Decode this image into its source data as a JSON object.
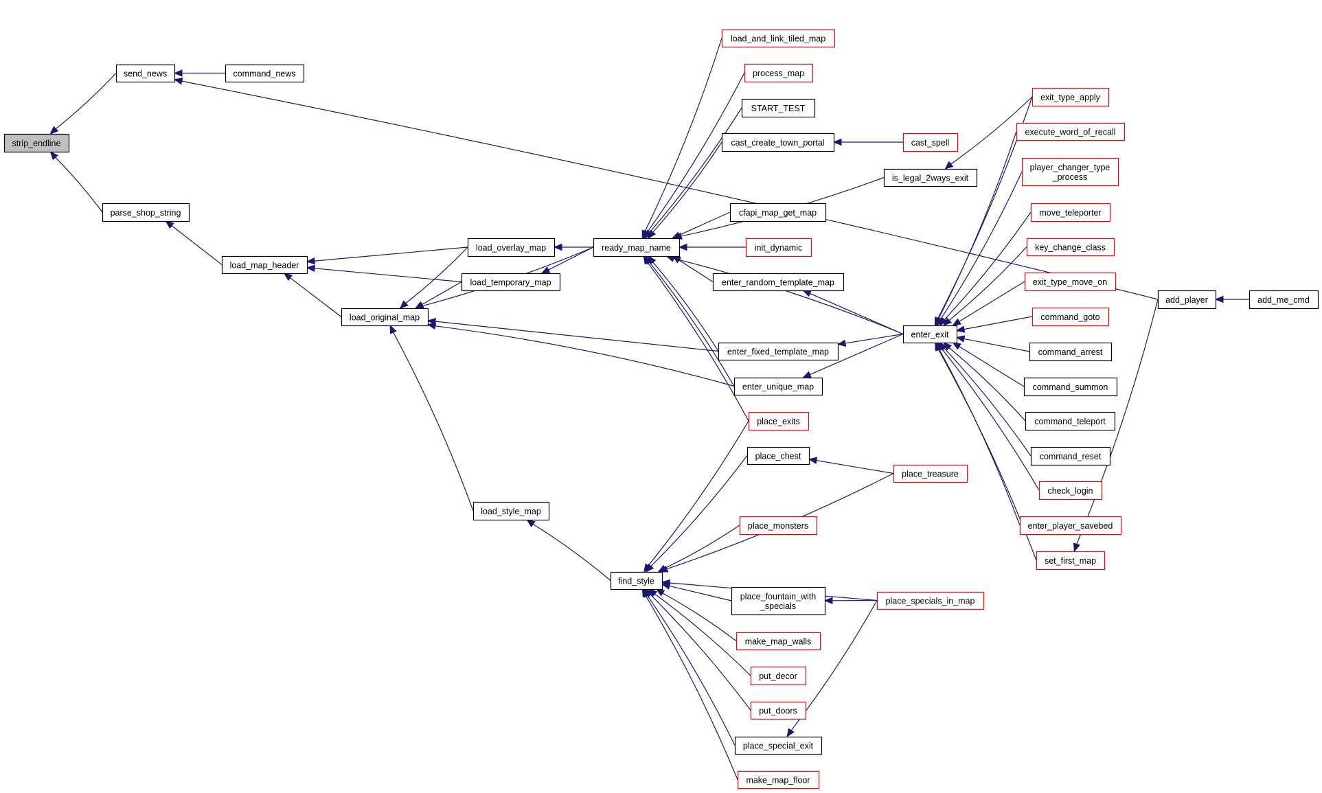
{
  "graph": {
    "title": "strip_endline caller graph",
    "colors": {
      "edge": "#191970",
      "internal_border": "#000000",
      "external_border": "#ff0000",
      "root_fill": "#bfbfbf"
    },
    "nodes": [
      {
        "id": "strip_endline",
        "label": [
          "strip_endline"
        ],
        "kind": "root"
      },
      {
        "id": "send_news",
        "label": [
          "send_news"
        ],
        "kind": "normal"
      },
      {
        "id": "command_news",
        "label": [
          "command_news"
        ],
        "kind": "normal"
      },
      {
        "id": "parse_shop_string",
        "label": [
          "parse_shop_string"
        ],
        "kind": "normal"
      },
      {
        "id": "load_map_header",
        "label": [
          "load_map_header"
        ],
        "kind": "normal"
      },
      {
        "id": "load_original_map",
        "label": [
          "load_original_map"
        ],
        "kind": "normal"
      },
      {
        "id": "load_overlay_map",
        "label": [
          "load_overlay_map"
        ],
        "kind": "normal"
      },
      {
        "id": "load_temporary_map",
        "label": [
          "load_temporary_map"
        ],
        "kind": "normal"
      },
      {
        "id": "ready_map_name",
        "label": [
          "ready_map_name"
        ],
        "kind": "normal"
      },
      {
        "id": "load_style_map",
        "label": [
          "load_style_map"
        ],
        "kind": "normal"
      },
      {
        "id": "find_style",
        "label": [
          "find_style"
        ],
        "kind": "normal"
      },
      {
        "id": "load_and_link_tiled_map",
        "label": [
          "load_and_link_tiled_map"
        ],
        "kind": "external"
      },
      {
        "id": "process_map",
        "label": [
          "process_map"
        ],
        "kind": "external"
      },
      {
        "id": "START_TEST",
        "label": [
          "START_TEST"
        ],
        "kind": "normal"
      },
      {
        "id": "cast_create_town_portal",
        "label": [
          "cast_create_town_portal"
        ],
        "kind": "normal"
      },
      {
        "id": "cast_spell",
        "label": [
          "cast_spell"
        ],
        "kind": "external"
      },
      {
        "id": "is_legal_2ways_exit",
        "label": [
          "is_legal_2ways_exit"
        ],
        "kind": "normal"
      },
      {
        "id": "cfapi_map_get_map",
        "label": [
          "cfapi_map_get_map"
        ],
        "kind": "normal"
      },
      {
        "id": "init_dynamic",
        "label": [
          "init_dynamic"
        ],
        "kind": "external"
      },
      {
        "id": "enter_random_template_map",
        "label": [
          "enter_random_template_map"
        ],
        "kind": "normal"
      },
      {
        "id": "enter_fixed_template_map",
        "label": [
          "enter_fixed_template_map"
        ],
        "kind": "normal"
      },
      {
        "id": "enter_unique_map",
        "label": [
          "enter_unique_map"
        ],
        "kind": "normal"
      },
      {
        "id": "place_exits",
        "label": [
          "place_exits"
        ],
        "kind": "external"
      },
      {
        "id": "enter_exit",
        "label": [
          "enter_exit"
        ],
        "kind": "normal"
      },
      {
        "id": "place_chest",
        "label": [
          "place_chest"
        ],
        "kind": "normal"
      },
      {
        "id": "place_treasure",
        "label": [
          "place_treasure"
        ],
        "kind": "external"
      },
      {
        "id": "place_monsters",
        "label": [
          "place_monsters"
        ],
        "kind": "external"
      },
      {
        "id": "place_fountain_with_specials",
        "label": [
          "place_fountain_with",
          "_specials"
        ],
        "kind": "normal"
      },
      {
        "id": "place_specials_in_map",
        "label": [
          "place_specials_in_map"
        ],
        "kind": "external"
      },
      {
        "id": "make_map_walls",
        "label": [
          "make_map_walls"
        ],
        "kind": "external"
      },
      {
        "id": "put_decor",
        "label": [
          "put_decor"
        ],
        "kind": "external"
      },
      {
        "id": "put_doors",
        "label": [
          "put_doors"
        ],
        "kind": "external"
      },
      {
        "id": "place_special_exit",
        "label": [
          "place_special_exit"
        ],
        "kind": "normal"
      },
      {
        "id": "make_map_floor",
        "label": [
          "make_map_floor"
        ],
        "kind": "external"
      },
      {
        "id": "exit_type_apply",
        "label": [
          "exit_type_apply"
        ],
        "kind": "external"
      },
      {
        "id": "execute_word_of_recall",
        "label": [
          "execute_word_of_recall"
        ],
        "kind": "external"
      },
      {
        "id": "player_changer_type_process",
        "label": [
          "player_changer_type",
          "_process"
        ],
        "kind": "external"
      },
      {
        "id": "move_teleporter",
        "label": [
          "move_teleporter"
        ],
        "kind": "external"
      },
      {
        "id": "key_change_class",
        "label": [
          "key_change_class"
        ],
        "kind": "external"
      },
      {
        "id": "exit_type_move_on",
        "label": [
          "exit_type_move_on"
        ],
        "kind": "external"
      },
      {
        "id": "command_goto",
        "label": [
          "command_goto"
        ],
        "kind": "external"
      },
      {
        "id": "command_arrest",
        "label": [
          "command_arrest"
        ],
        "kind": "normal"
      },
      {
        "id": "command_summon",
        "label": [
          "command_summon"
        ],
        "kind": "normal"
      },
      {
        "id": "command_teleport",
        "label": [
          "command_teleport"
        ],
        "kind": "normal"
      },
      {
        "id": "command_reset",
        "label": [
          "command_reset"
        ],
        "kind": "normal"
      },
      {
        "id": "check_login",
        "label": [
          "check_login"
        ],
        "kind": "external"
      },
      {
        "id": "enter_player_savebed",
        "label": [
          "enter_player_savebed"
        ],
        "kind": "external"
      },
      {
        "id": "set_first_map",
        "label": [
          "set_first_map"
        ],
        "kind": "external"
      },
      {
        "id": "add_player",
        "label": [
          "add_player"
        ],
        "kind": "normal"
      },
      {
        "id": "add_me_cmd",
        "label": [
          "add_me_cmd"
        ],
        "kind": "normal"
      }
    ],
    "edges": [
      [
        "send_news",
        "strip_endline"
      ],
      [
        "parse_shop_string",
        "strip_endline"
      ],
      [
        "command_news",
        "send_news"
      ],
      [
        "add_player",
        "send_news"
      ],
      [
        "load_map_header",
        "parse_shop_string"
      ],
      [
        "load_overlay_map",
        "load_map_header"
      ],
      [
        "load_temporary_map",
        "load_map_header"
      ],
      [
        "load_original_map",
        "load_map_header"
      ],
      [
        "load_overlay_map",
        "load_original_map"
      ],
      [
        "load_temporary_map",
        "load_original_map"
      ],
      [
        "ready_map_name",
        "load_original_map"
      ],
      [
        "enter_fixed_template_map",
        "load_original_map"
      ],
      [
        "enter_unique_map",
        "load_original_map"
      ],
      [
        "load_style_map",
        "load_original_map"
      ],
      [
        "ready_map_name",
        "load_overlay_map"
      ],
      [
        "ready_map_name",
        "load_temporary_map"
      ],
      [
        "load_and_link_tiled_map",
        "ready_map_name"
      ],
      [
        "process_map",
        "ready_map_name"
      ],
      [
        "START_TEST",
        "ready_map_name"
      ],
      [
        "cast_create_town_portal",
        "ready_map_name"
      ],
      [
        "is_legal_2ways_exit",
        "ready_map_name"
      ],
      [
        "cfapi_map_get_map",
        "ready_map_name"
      ],
      [
        "init_dynamic",
        "ready_map_name"
      ],
      [
        "enter_random_template_map",
        "ready_map_name"
      ],
      [
        "enter_exit",
        "ready_map_name"
      ],
      [
        "enter_fixed_template_map",
        "ready_map_name"
      ],
      [
        "enter_unique_map",
        "ready_map_name"
      ],
      [
        "place_exits",
        "ready_map_name"
      ],
      [
        "cast_spell",
        "cast_create_town_portal"
      ],
      [
        "exit_type_apply",
        "is_legal_2ways_exit"
      ],
      [
        "enter_exit",
        "enter_random_template_map"
      ],
      [
        "enter_exit",
        "enter_fixed_template_map"
      ],
      [
        "enter_exit",
        "enter_unique_map"
      ],
      [
        "exit_type_apply",
        "enter_exit"
      ],
      [
        "execute_word_of_recall",
        "enter_exit"
      ],
      [
        "player_changer_type_process",
        "enter_exit"
      ],
      [
        "move_teleporter",
        "enter_exit"
      ],
      [
        "key_change_class",
        "enter_exit"
      ],
      [
        "exit_type_move_on",
        "enter_exit"
      ],
      [
        "command_goto",
        "enter_exit"
      ],
      [
        "command_arrest",
        "enter_exit"
      ],
      [
        "command_summon",
        "enter_exit"
      ],
      [
        "command_teleport",
        "enter_exit"
      ],
      [
        "command_reset",
        "enter_exit"
      ],
      [
        "check_login",
        "enter_exit"
      ],
      [
        "enter_player_savebed",
        "enter_exit"
      ],
      [
        "set_first_map",
        "enter_exit"
      ],
      [
        "add_player",
        "set_first_map"
      ],
      [
        "add_me_cmd",
        "add_player"
      ],
      [
        "find_style",
        "load_style_map"
      ],
      [
        "place_exits",
        "find_style"
      ],
      [
        "place_chest",
        "find_style"
      ],
      [
        "place_treasure",
        "find_style"
      ],
      [
        "place_monsters",
        "find_style"
      ],
      [
        "place_specials_in_map",
        "find_style"
      ],
      [
        "place_fountain_with_specials",
        "find_style"
      ],
      [
        "make_map_walls",
        "find_style"
      ],
      [
        "put_decor",
        "find_style"
      ],
      [
        "put_doors",
        "find_style"
      ],
      [
        "place_special_exit",
        "find_style"
      ],
      [
        "make_map_floor",
        "find_style"
      ],
      [
        "place_treasure",
        "place_chest"
      ],
      [
        "place_specials_in_map",
        "place_fountain_with_specials"
      ],
      [
        "place_specials_in_map",
        "place_special_exit"
      ]
    ]
  }
}
